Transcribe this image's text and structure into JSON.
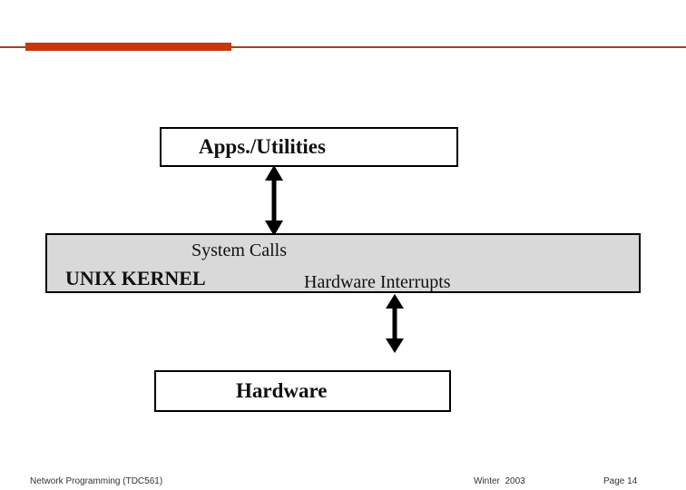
{
  "slide": {
    "diagram": {
      "apps_box": {
        "label": "Apps./Utilities"
      },
      "kernel_box": {
        "system_calls": "System Calls",
        "unix_kernel": "UNIX KERNEL",
        "hardware_interrupts": "Hardware Interrupts"
      },
      "hardware_box": {
        "label": "Hardware"
      }
    },
    "footer": {
      "left": "Network Programming (TDC561)",
      "center": "Winter  2003",
      "right": "Page 14"
    },
    "colors": {
      "accent_bar": "#C9360B",
      "accent_line": "#A8431A",
      "kernel_fill": "#D9D9D9",
      "box_border": "#000000",
      "arrow": "#000000"
    }
  }
}
